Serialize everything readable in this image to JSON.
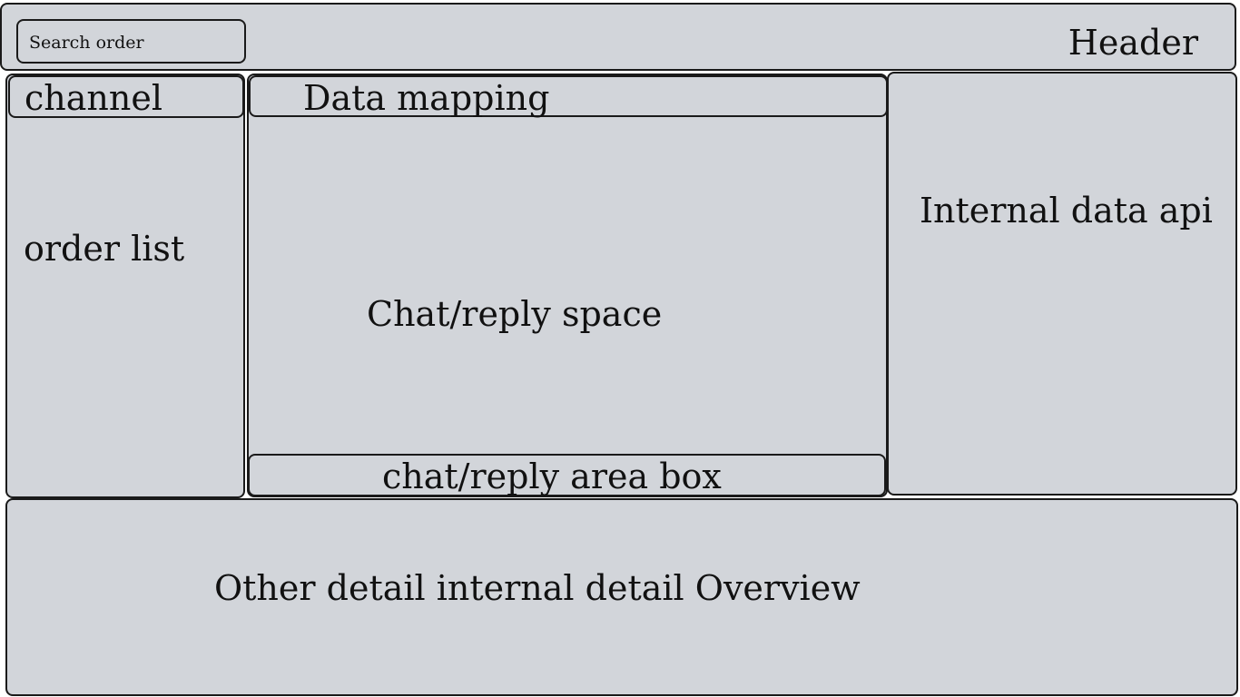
{
  "header": {
    "title": "Header",
    "search": {
      "placeholder": "Search order"
    }
  },
  "sidebar": {
    "channel_label": "channel",
    "order_list_label": "order list"
  },
  "chat": {
    "data_mapping_label": "Data mapping",
    "space_label": "Chat/reply space",
    "reply_box_label": "chat/reply area box"
  },
  "api_panel": {
    "label": "Internal data api"
  },
  "overview": {
    "label": "Other detail internal detail Overview"
  },
  "colors": {
    "panel_fill": "#d2d5da",
    "border": "#1a1a1a",
    "text": "#111111"
  }
}
